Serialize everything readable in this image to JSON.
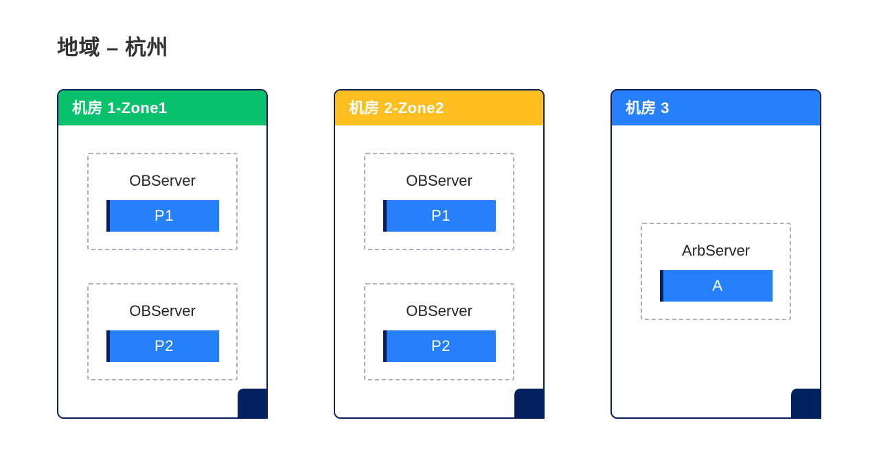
{
  "page": {
    "title": "地域 – 杭州",
    "title_color": "#333333",
    "background": "#ffffff"
  },
  "colors": {
    "card_border": "#032060",
    "fold": "#032060",
    "dashed_border": "#a8b0bf",
    "replica_fill": "#2680fa",
    "replica_accent": "#05205c",
    "header_green": "#0ac26c",
    "header_amber": "#fcbe21",
    "header_blue": "#2680fa",
    "header_text": "#ffffff",
    "server_label_text": "#262626"
  },
  "cards": [
    {
      "header": "机房 1-Zone1",
      "header_color": "#0ac26c",
      "layout": "top",
      "groups": [
        {
          "label": "OBServer",
          "replica": "P1"
        },
        {
          "label": "OBServer",
          "replica": "P2"
        }
      ]
    },
    {
      "header": "机房 2-Zone2",
      "header_color": "#fcbe21",
      "layout": "top",
      "groups": [
        {
          "label": "OBServer",
          "replica": "P1"
        },
        {
          "label": "OBServer",
          "replica": "P2"
        }
      ]
    },
    {
      "header": "机房 3",
      "header_color": "#2680fa",
      "layout": "centered",
      "groups": [
        {
          "label": "ArbServer",
          "replica": "A"
        }
      ]
    }
  ]
}
